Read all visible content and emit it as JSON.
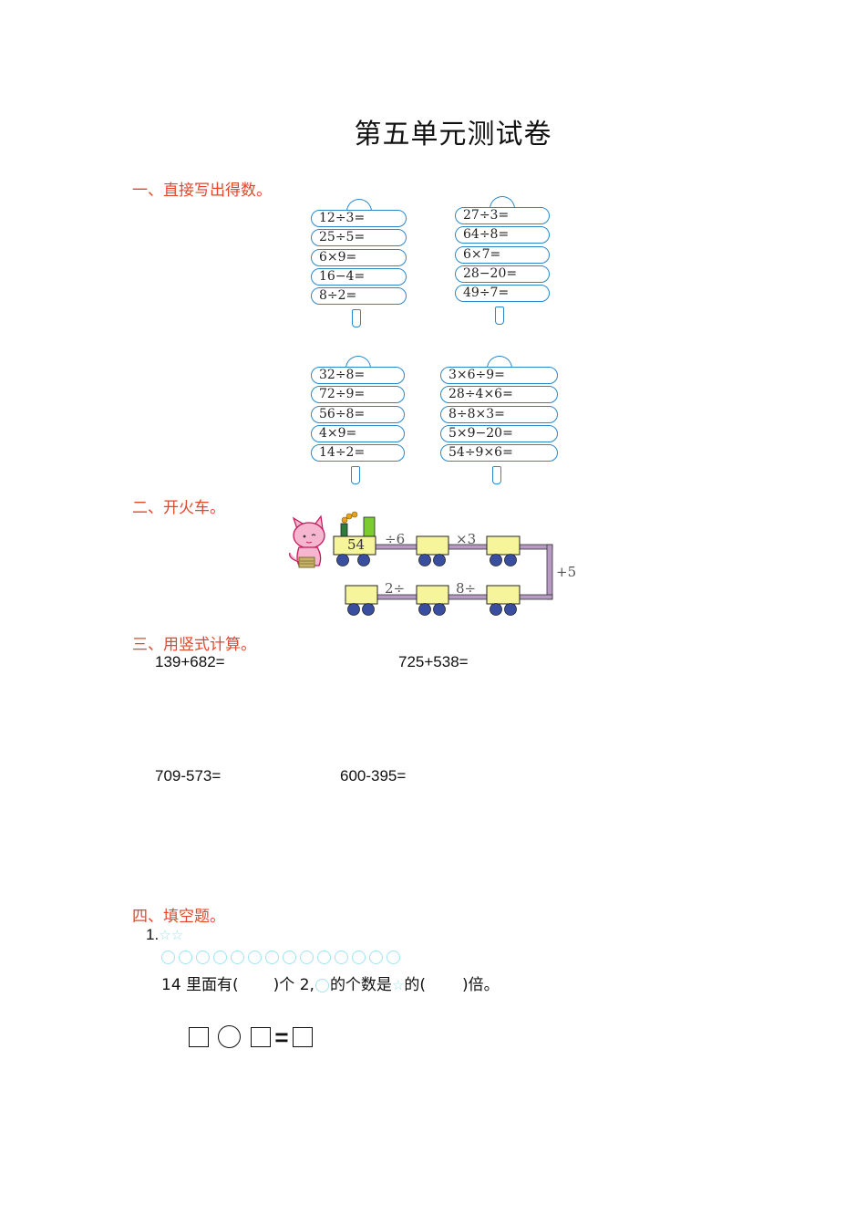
{
  "title": "第五单元测试卷",
  "sections": [
    {
      "label": "一、直接写出得数。"
    },
    {
      "label": "二、开火车。"
    },
    {
      "label": "三、用竖式计算。"
    },
    {
      "label": "四、填空题。"
    }
  ],
  "mental_math": {
    "towers": [
      {
        "items": [
          "12÷3=",
          "25÷5=",
          "6×9=",
          "16−4=",
          "8÷2="
        ]
      },
      {
        "items": [
          "27÷3=",
          "64÷8=",
          "6×7=",
          "28−20=",
          "49÷7="
        ]
      },
      {
        "items": [
          "32÷8=",
          "72÷9=",
          "56÷8=",
          "4×9=",
          "14÷2="
        ]
      },
      {
        "items": [
          "3×6÷9=",
          "28÷4×6=",
          "8÷8×3=",
          "5×9−20=",
          "54÷9×6="
        ]
      }
    ]
  },
  "train": {
    "start_value": "54",
    "ops_top": [
      "÷6",
      "×3"
    ],
    "op_right": "+5",
    "ops_bottom": [
      "2÷",
      "8÷"
    ],
    "colors": {
      "car": "#f6f59b",
      "wheel": "#3a4ea0",
      "track": "#b79ac4",
      "chimney_dark": "#2f7d3a",
      "chimney_light": "#7ccc2e",
      "smoke": "#e6a21d"
    }
  },
  "vertical_calc": {
    "problems": [
      "139+682=",
      "725+538=",
      "709-573=",
      "600-395="
    ]
  },
  "fill_blank": {
    "q1_number": "1.",
    "stars": [
      "☆",
      "☆"
    ],
    "circle_count": 14,
    "sentence": {
      "part1": "14 里面有(",
      "part2": ")个 2,",
      "part3": "的个数是",
      "part4": "的(",
      "part5": ")倍。"
    },
    "equation": {
      "equals": "="
    }
  }
}
